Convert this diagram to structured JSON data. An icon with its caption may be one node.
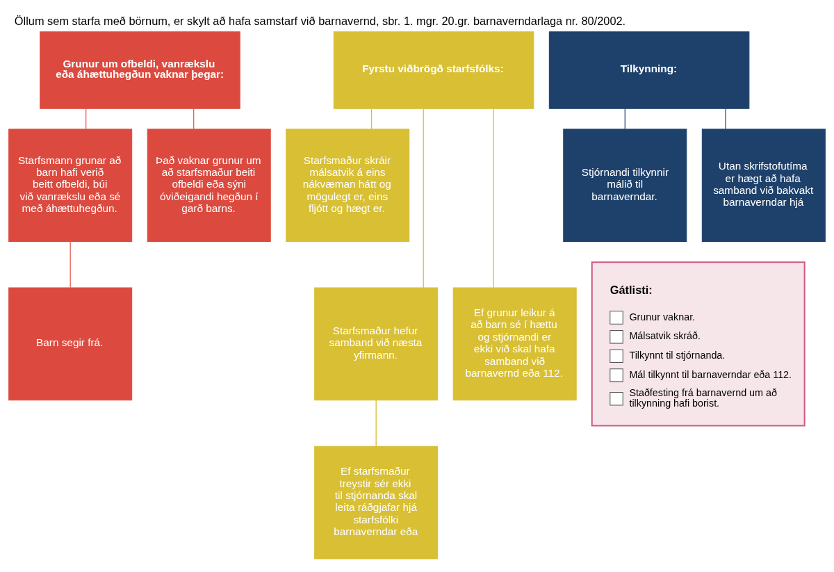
{
  "diagram": {
    "title": "Öllum sem starfa með börnum, er skylt að hafa samstarf við barnavernd, sbr. 1. mgr. 20.gr. barnaverndarlaga nr. 80/2002.",
    "nodes": [
      {
        "text": [
          "Grunur um ofbeldi, vanrækslu eða áhættuhegðun vaknar þegar:"
        ]
      },
      {
        "text": [
          "Fyrstu viðbrögð starfsfólks:"
        ]
      },
      {
        "text": [
          "Tilkynning:"
        ]
      },
      {
        "text": [
          "Starfsmann grunar að barn hafi verið beitt ofbeldi, búi við vanrækslu eða sé með áhættuhegðun."
        ]
      },
      {
        "text": [
          "Það vaknar grunur um að starfsmaður beiti ofbeldi eða sýni óviðeigandi hegðun í garð barns."
        ]
      },
      {
        "text": [
          "Starfsmaður skráir málsatvik á eins nákvæman hátt og mögulegt er, eins fljótt og hægt er."
        ]
      },
      {
        "text": [
          "Stjórnandi tilkynnir málið til barnaverndar."
        ]
      },
      {
        "text": [
          "Utan skrifstofutíma er hægt að hafa samband við bakvakt barnaverndar hjá"
        ]
      },
      {
        "text": [
          "Barn segir frá."
        ]
      },
      {
        "text": [
          "Starfsmaður hefur samband við næsta yfirmann."
        ]
      },
      {
        "text": [
          "Ef grunur leikur á að barn sé í hættu og stjórnandi er ekki við skal hafa samband við barnavernd eða 112."
        ]
      },
      {
        "text": [
          "Gátlisti:",
          "Grunur vaknar.",
          "Málsatvik skráð.",
          "Tilkynnt til stjórnanda.",
          "Mál tilkynnt til barnaverndar eða 112.",
          "Staðfesting frá barnavernd um að tilkynning hafi borist."
        ]
      },
      {
        "text": [
          "Ef starfsmaður treystir sér ekki til stjórnanda skal leita ráðgjafar hjá starfsfólki barnaverndar eða"
        ]
      }
    ],
    "edges": [
      {
        "from": 0,
        "to": 3,
        "arrow": "none",
        "color": "#e0625a"
      },
      {
        "from": 0,
        "to": 4,
        "arrow": "none",
        "color": "#e0625a"
      },
      {
        "from": 3,
        "to": 8,
        "arrow": "none",
        "color": "#e0625a"
      },
      {
        "from": 1,
        "to": 5,
        "arrow": "none",
        "color": "#d8bf34"
      },
      {
        "from": 1,
        "to": 9,
        "arrow": "none",
        "color": "#d8bf34"
      },
      {
        "from": 1,
        "to": 10,
        "arrow": "none",
        "color": "#d8bf34"
      },
      {
        "from": 9,
        "to": 12,
        "arrow": "none",
        "color": "#d8bf34"
      },
      {
        "from": 2,
        "to": 6,
        "arrow": "none",
        "color": "#2e5080"
      },
      {
        "from": 2,
        "to": 7,
        "arrow": "none",
        "color": "#2e5080"
      }
    ]
  }
}
